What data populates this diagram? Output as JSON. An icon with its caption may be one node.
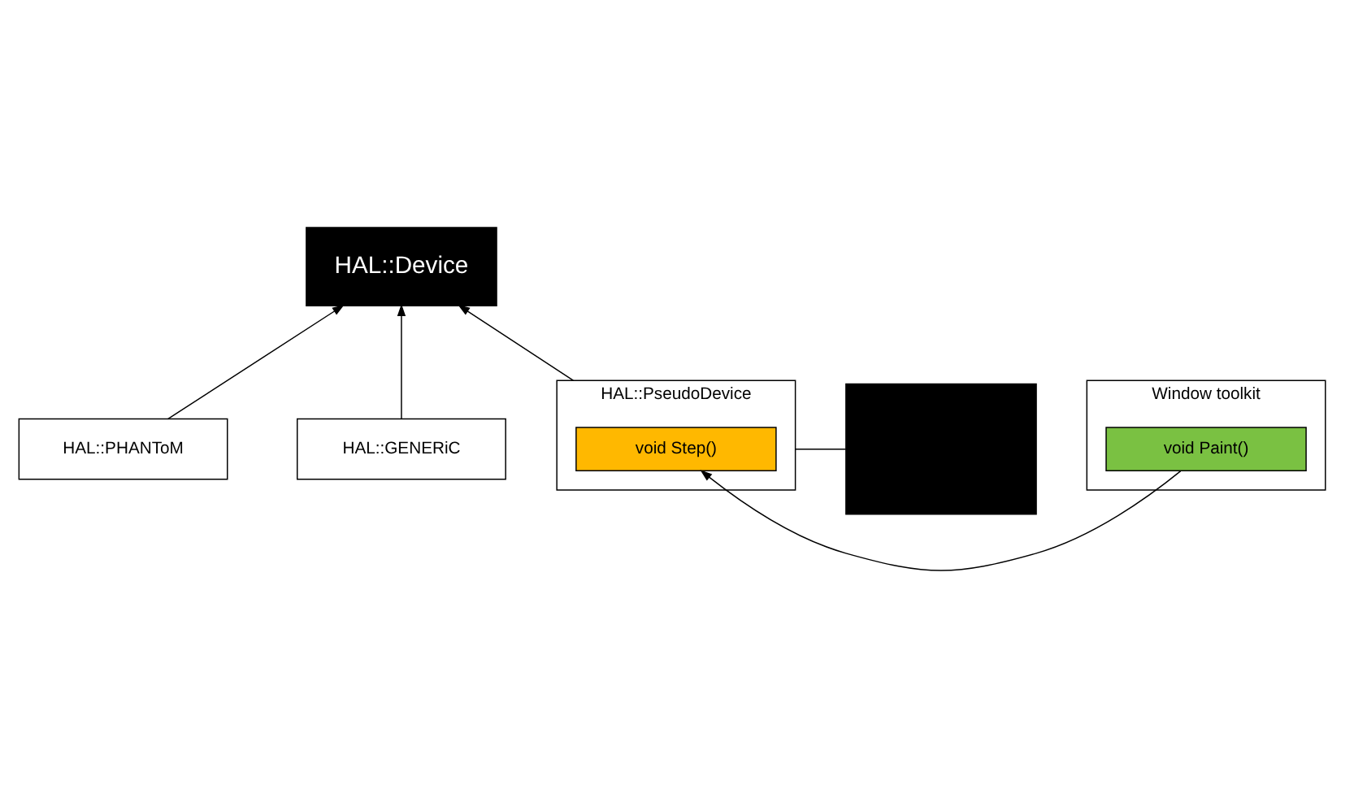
{
  "diagram": {
    "nodes": [
      {
        "text": [
          "HAL::Device"
        ]
      },
      {
        "text": [
          "HAL::PHANToM"
        ]
      },
      {
        "text": [
          "HAL::GENERiC"
        ]
      },
      {
        "text": [],
        "shape": "box"
      },
      {
        "text": [
          "HAL::PseudoDevice"
        ]
      },
      {
        "text": [
          "void Step()"
        ],
        "in": 4
      },
      {
        "text": [
          "Window toolkit"
        ]
      },
      {
        "text": [
          "void Paint()"
        ],
        "in": 6
      }
    ],
    "edges": [
      {
        "from": 1,
        "to": 0,
        "arrow": "to"
      },
      {
        "from": 2,
        "to": 0,
        "arrow": "to"
      },
      {
        "from": 4,
        "to": 0,
        "arrow": "to"
      },
      {
        "from": 3,
        "to": 4,
        "arrow": "none"
      },
      {
        "from": 7,
        "to": 5,
        "arrow": "to"
      }
    ]
  }
}
